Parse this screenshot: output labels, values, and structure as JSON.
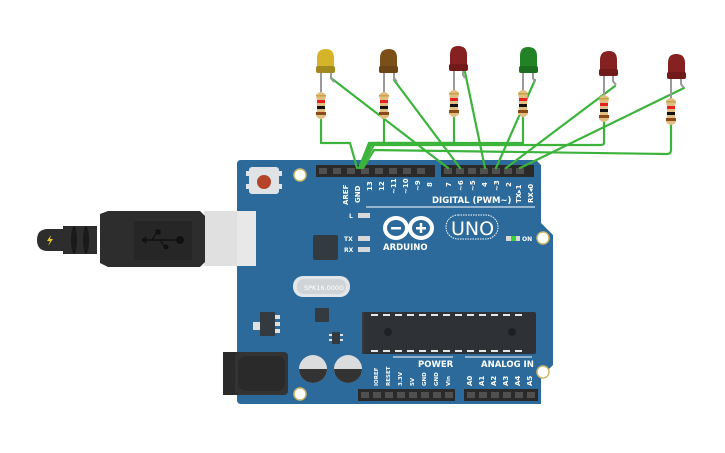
{
  "board": {
    "name": "ARDUINO",
    "model": "UNO",
    "color": "#2b6a9a",
    "crystal_label": "SPK16.000G",
    "indicators": {
      "l": "L",
      "tx": "TX",
      "rx": "RX",
      "on": "ON"
    },
    "digital_header_label": "DIGITAL (PWM~)",
    "power_header_label": "POWER",
    "analog_header_label": "ANALOG IN",
    "digital_pins_left": [
      "AREF",
      "GND",
      "13",
      "12",
      "~11",
      "~10",
      "~9",
      "8"
    ],
    "digital_pins_right": [
      "7",
      "~6",
      "~5",
      "4",
      "~3",
      "2",
      "TX▸1",
      "RX◂0"
    ],
    "power_pins": [
      "IOREF",
      "RESET",
      "3.3V",
      "5V",
      "GND",
      "GND",
      "Vin"
    ],
    "analog_pins": [
      "A0",
      "A1",
      "A2",
      "A3",
      "A4",
      "A5"
    ]
  },
  "usb": {
    "icon": "usb-icon",
    "plug_icon": "lightning-icon"
  },
  "leds": [
    {
      "id": "led-1",
      "color_name": "yellow",
      "color": "#d4b52a",
      "base": "#a08a20",
      "pin": "7"
    },
    {
      "id": "led-2",
      "color_name": "orange",
      "color": "#7a5018",
      "base": "#6a4414",
      "pin": "~6"
    },
    {
      "id": "led-3",
      "color_name": "red",
      "color": "#862121",
      "base": "#701a1a",
      "pin": "~5"
    },
    {
      "id": "led-4",
      "color_name": "green",
      "color": "#238226",
      "base": "#1b6e1f",
      "pin": "4"
    },
    {
      "id": "led-5",
      "color_name": "red",
      "color": "#862121",
      "base": "#701a1a",
      "pin": "~3"
    },
    {
      "id": "led-6",
      "color_name": "red",
      "color": "#862121",
      "base": "#701a1a",
      "pin": "2"
    }
  ],
  "resistor_bands": [
    "#e52020",
    "#111111",
    "#8a4a1a",
    "#c9a24a"
  ],
  "wire_color": "#3cb43c"
}
